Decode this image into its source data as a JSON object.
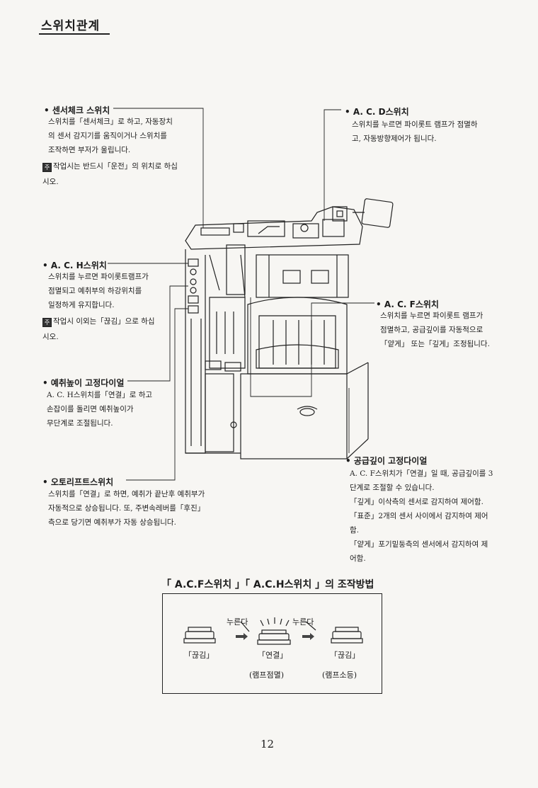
{
  "page_title": "스위치관계",
  "sections": {
    "sensor_check": {
      "heading": "• 센서체크 스위치",
      "body": "스위치를「센서체크」로 하고, 자동장치\n의 센서 감지기를 움직이거나 스위치를\n조작하면 부저가 울립니다.",
      "note": "작업시는 반드시「운전」의 위치로 하십\n시오."
    },
    "acd": {
      "heading": "• A. C. D스위치",
      "body": "스위치를 누르면 파이롯트 램프가 점멸하\n고, 자동방향제어가 됩니다."
    },
    "ach": {
      "heading": "• A. C. H스위치",
      "body": "스위치를 누르면 파이롯트램프가\n점멸되고 예취부의 하강위치를\n일정하게 유지합니다.",
      "note": "작업시 이외는「끊김」으로 하십\n시오."
    },
    "acf": {
      "heading": "• A. C. F스위치",
      "body": "스위치를 누르면 파이롯트 램프가\n점멸하고, 공급깊이를 자동적으로\n「얕게」 또는「깊게」조정됩니다."
    },
    "height_dial": {
      "heading": "• 예취높이 고정다이얼",
      "body": "A. C. H스위치를「연결」로 하고\n손잡이를 돌리면 예취높이가\n무단계로 조절됩니다."
    },
    "depth_dial": {
      "heading": "• 공급깊이 고정다이얼",
      "body": "A. C. F스위치가「연결」일 때, 공급깊이를 3\n단계로 조절할 수 있습니다.\n「깊게」이삭측의 센서로 감지하여 제어함.\n「표준」2개의 센서 사이에서 감지하여 제어\n함.\n「얕게」포기밑둥측의 센서에서 감지하여 제\n어함."
    },
    "auto_lift": {
      "heading": "• 오토리프트스위치",
      "body": "스위치를「연결」로 하면, 예취가 끝난후 예취부가\n자동적으로 상승됩니다. 또, 주변속레버를「후진」\n측으로 당기면 예취부가 자동 상승됩니다."
    }
  },
  "note_icon": "주",
  "operation_diagram": {
    "title": "「 A.C.F스위치 」「 A.C.H스위치 」의 조작방법",
    "press_1": "누른다",
    "press_2": "누른다",
    "state_off_1": "「끊김」",
    "state_on": "「연결」",
    "state_off_2": "「끊김」",
    "lamp_blink": "(램프점멸)",
    "lamp_off": "(램프소등)"
  },
  "page_number": "12"
}
